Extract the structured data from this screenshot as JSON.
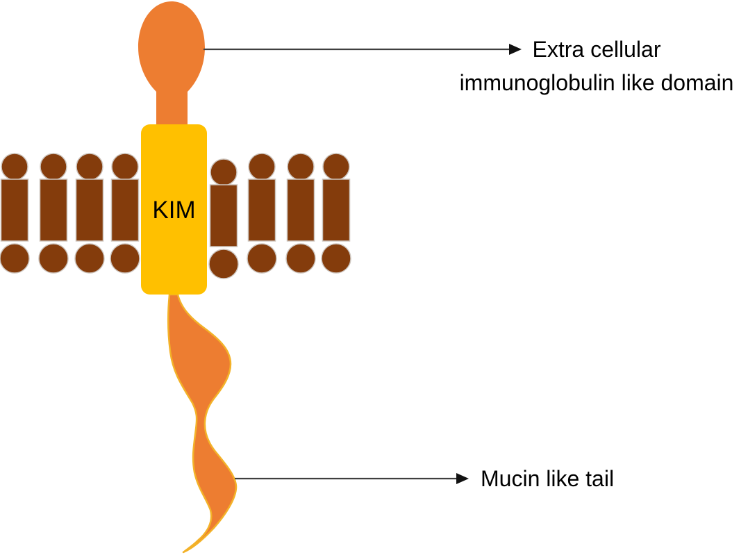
{
  "figure": {
    "type": "protein-structure-diagram",
    "subject": "KIM receptor in lipid bilayer membrane"
  },
  "labels": {
    "extracellular_line1": "Extra cellular",
    "extracellular_line2": "immunoglobulin like domain",
    "kim_domain": "KIM",
    "mucin_tail": "Mucin like tail"
  },
  "membrane": {
    "lipid_count_left": 4,
    "lipid_count_right": 4
  },
  "colors": {
    "domain_orange": "#ED7D31",
    "kim_yellow": "#FFC000",
    "lipid_brown": "#843C0C",
    "tail_outline": "#F3B229",
    "arrow_line": "#3F3F3F",
    "arrow_head": "#111111",
    "label_text": "#000000",
    "background": "#FFFFFF"
  }
}
